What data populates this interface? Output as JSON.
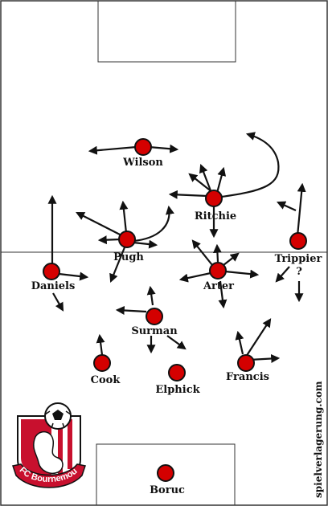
{
  "site": "spielverlagerung.com",
  "crest": {
    "club_name": "AFC Bournemouth"
  },
  "colors": {
    "player_fill": "#d40000",
    "player_stroke": "#111111",
    "line": "#333333",
    "arrow": "#111111",
    "crest_red": "#c8102e"
  },
  "players": [
    {
      "id": "wilson",
      "name": "Wilson"
    },
    {
      "id": "ritchie",
      "name": "Ritchie"
    },
    {
      "id": "pugh",
      "name": "Pugh"
    },
    {
      "id": "trippier",
      "name": "Trippier",
      "note": "?"
    },
    {
      "id": "daniels",
      "name": "Daniels"
    },
    {
      "id": "arter",
      "name": "Arter"
    },
    {
      "id": "surman",
      "name": "Surman"
    },
    {
      "id": "cook",
      "name": "Cook"
    },
    {
      "id": "elphick",
      "name": "Elphick"
    },
    {
      "id": "francis",
      "name": "Francis"
    },
    {
      "id": "boruc",
      "name": "Boruc"
    }
  ]
}
